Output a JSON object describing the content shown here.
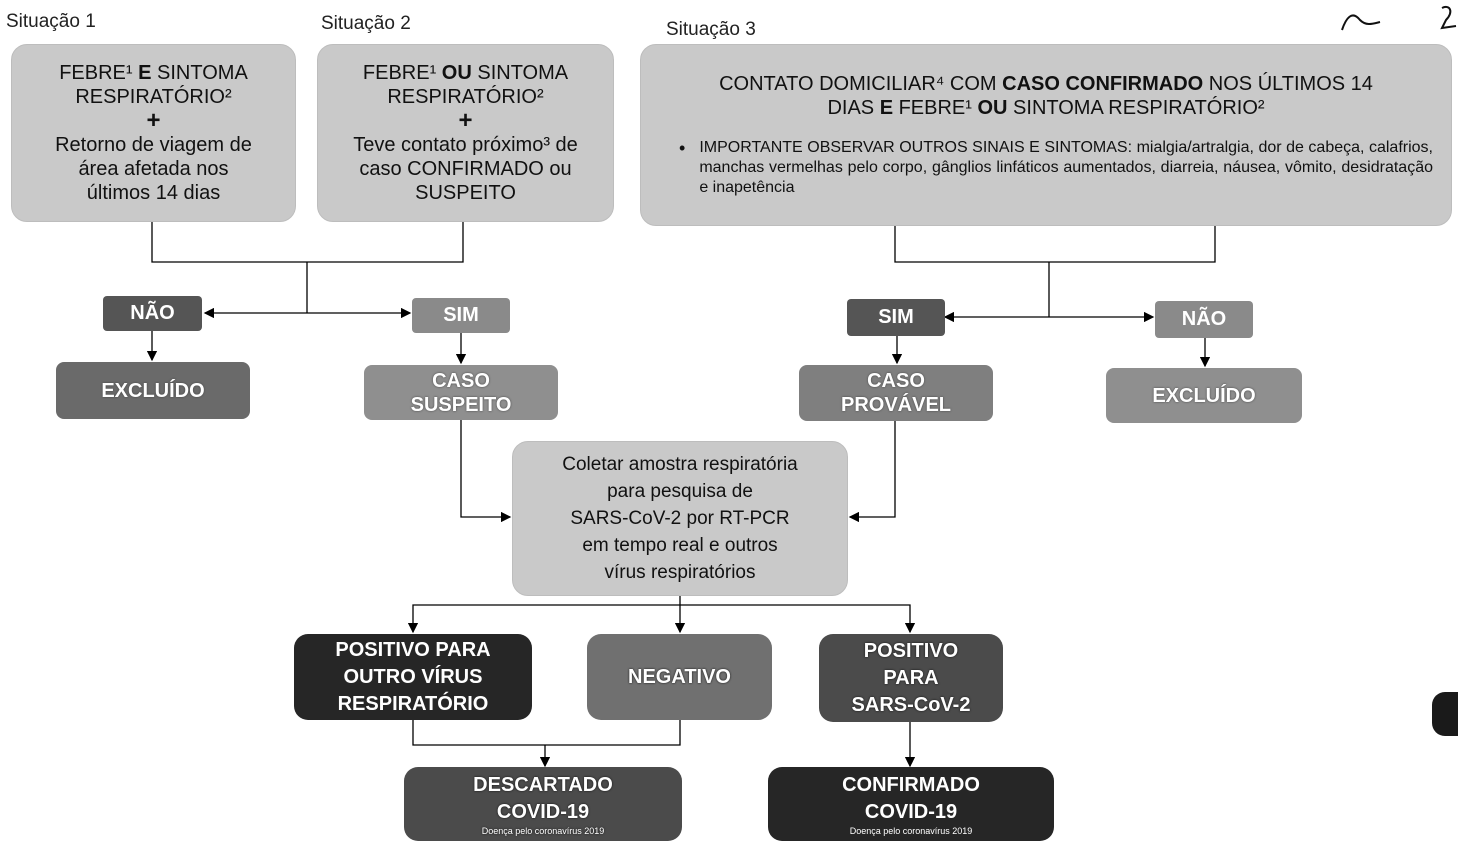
{
  "situations": {
    "s1_label": "Situação 1",
    "s2_label": "Situação 2",
    "s3_label": "Situação 3"
  },
  "s1_box": {
    "line1a": "FEBRE¹ ",
    "line1b": "E",
    "line1c": " SINTOMA",
    "line2": "RESPIRATÓRIO²",
    "plus": "+",
    "line3": "Retorno de viagem de",
    "line4": "área afetada nos",
    "line5": "últimos 14 dias"
  },
  "s2_box": {
    "line1a": "FEBRE¹ ",
    "line1b": "OU",
    "line1c": " SINTOMA",
    "line2": "RESPIRATÓRIO²",
    "plus": "+",
    "line3": "Teve contato próximo³ de",
    "line4": "caso CONFIRMADO ou",
    "line5": "SUSPEITO"
  },
  "s3_box": {
    "line1a": "CONTATO DOMICILIAR⁴ COM ",
    "line1b": "CASO CONFIRMADO",
    "line1c": " NOS ÚLTIMOS 14",
    "line2a": "DIAS ",
    "line2b": "E",
    "line2c": " FEBRE¹ ",
    "line2d": "OU",
    "line2e": " SINTOMA RESPIRATÓRIO²",
    "bullet": "IMPORTANTE OBSERVAR OUTROS SINAIS E SINTOMAS: mialgia/artralgia, dor de cabeça, calafrios, manchas vermelhas pelo corpo, gânglios linfáticos aumentados, diarreia, náusea, vômito, desidratação e inapetência"
  },
  "decisions": {
    "nao_left": "NÃO",
    "sim_left": "SIM",
    "sim_right": "SIM",
    "nao_right": "NÃO"
  },
  "outcomes": {
    "excluido_left": "EXCLUÍDO",
    "caso_suspeito_1": "CASO",
    "caso_suspeito_2": "SUSPEITO",
    "caso_provavel_1": "CASO",
    "caso_provavel_2": "PROVÁVEL",
    "excluido_right": "EXCLUÍDO"
  },
  "collect": {
    "line1": "Coletar amostra respiratória",
    "line2": "para pesquisa de",
    "line3": "SARS-CoV-2 por RT-PCR",
    "line4": "em tempo real e outros",
    "line5": "vírus respiratórios"
  },
  "results": {
    "other_1": "POSITIVO PARA",
    "other_2": "OUTRO VÍRUS",
    "other_3": "RESPIRATÓRIO",
    "negative": "NEGATIVO",
    "sars_1": "POSITIVO",
    "sars_2": "PARA",
    "sars_3": "SARS-CoV-2"
  },
  "final": {
    "discarded_1": "DESCARTADO",
    "discarded_2": "COVID-19",
    "discarded_sub": "Doença pelo coronavírus 2019",
    "confirmed_1": "CONFIRMADO",
    "confirmed_2": "COVID-19",
    "confirmed_sub": "Doença pelo coronavírus 2019"
  },
  "colors": {
    "light_box": "#c9c9c9",
    "mid_box": "#8f8f8f",
    "dark_box": "#4b4b4b",
    "darker_box": "#262626"
  }
}
